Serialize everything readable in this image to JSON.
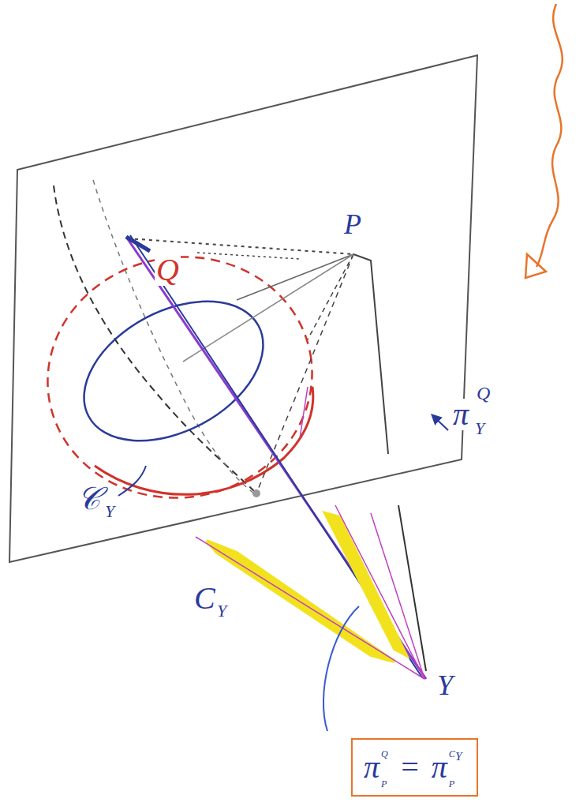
{
  "diagram": {
    "nodes": [
      {
        "text": [
          "π",
          "P",
          "Q",
          "=",
          "π",
          "P",
          "C",
          "Y"
        ]
      }
    ],
    "labels": [
      "Q",
      "P",
      "π",
      "Y",
      "Q",
      "𝒞",
      "Y",
      "C",
      "Y",
      "Y"
    ]
  }
}
